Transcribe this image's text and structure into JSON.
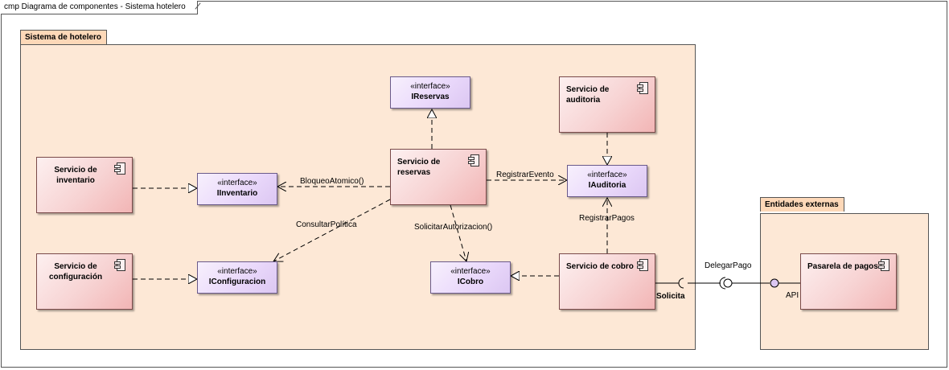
{
  "frame": {
    "title": "cmp Diagrama de componentes - Sistema hotelero"
  },
  "packages": {
    "main": "Sistema de hotelero",
    "external": "Entidades externas"
  },
  "components": {
    "inventario": "Servicio de inventario",
    "configuracion": "Servicio de configuración",
    "reservas": "Servicio de reservas",
    "auditoria": "Servicio de auditoria",
    "cobro": "Servicio de cobro",
    "pasarela": "Pasarela de pagos"
  },
  "interfaces": {
    "stereotype": "«interface»",
    "ireservas": "IReservas",
    "iinventario": "IInventario",
    "iconfiguracion": "IConfiguracion",
    "iauditoria": "IAuditoria",
    "icobro": "ICobro"
  },
  "connectors": {
    "bloqueo": "BloqueoAtomico()",
    "consultar": "ConsultarPolítica",
    "registrar_evento": "RegistrarEvento",
    "registrar_pagos": "RegistrarPagos",
    "solicitar": "SolicitarAutorizacion()",
    "delegar": "DelegarPago",
    "solicita": "Solicita",
    "api": "API"
  },
  "colors": {
    "package_fill": "#fde8d6",
    "package_tab": "#fdd8b8",
    "component_end": "#f2b5b5",
    "interface_end": "#dcc7f2"
  }
}
